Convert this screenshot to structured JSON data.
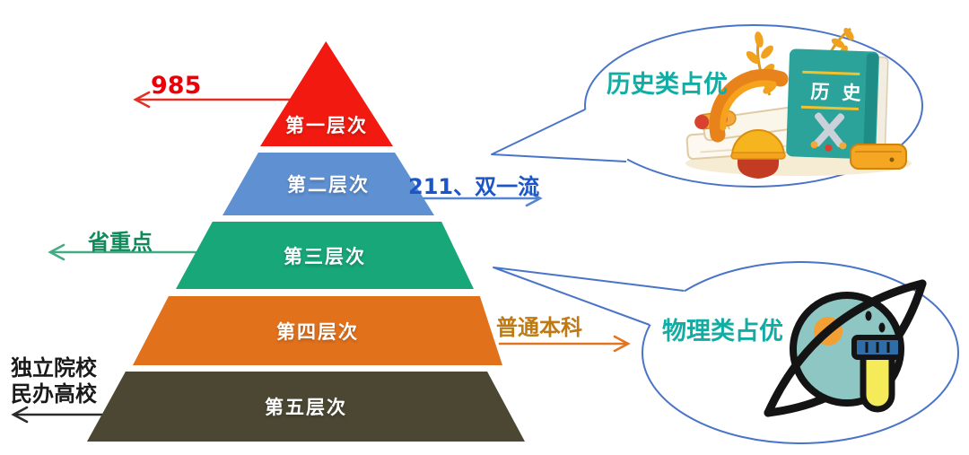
{
  "canvas": {
    "background": "#FFFFFF",
    "bubble_outline": "#4A74C8"
  },
  "pyramid": {
    "tiers": [
      {
        "label": "第一层次",
        "color": "#F21A10",
        "text_color": "#FFFFFF"
      },
      {
        "label": "第二层次",
        "color": "#5E90D2",
        "text_color": "#FFFFFF"
      },
      {
        "label": "第三层次",
        "color": "#17A778",
        "text_color": "#FFFFFF"
      },
      {
        "label": "第四层次",
        "color": "#E2711C",
        "text_color": "#FFFFFF"
      },
      {
        "label": "第五层次",
        "color": "#4B4733",
        "text_color": "#FFFFFF"
      }
    ]
  },
  "annotations": {
    "tier1": {
      "label": "985",
      "color": "#EC0008",
      "direction": "left"
    },
    "tier2": {
      "label": "211、双一流",
      "color": "#1B55C8",
      "direction": "right"
    },
    "tier3": {
      "label": "省重点",
      "color": "#12895A",
      "direction": "left"
    },
    "tier4": {
      "label": "普通本科",
      "color": "#BF7A11",
      "direction": "right"
    },
    "tier5": {
      "line1": "独立院校",
      "line2": "民办高校",
      "color": "#1A1A1A",
      "direction": "left"
    }
  },
  "bubbles": {
    "history": {
      "label": "历史类占优",
      "text_color": "#10ADA4",
      "book_char_1": "历",
      "book_char_2": "史"
    },
    "physics": {
      "label": "物理类占优",
      "text_color": "#10ADA4"
    }
  }
}
